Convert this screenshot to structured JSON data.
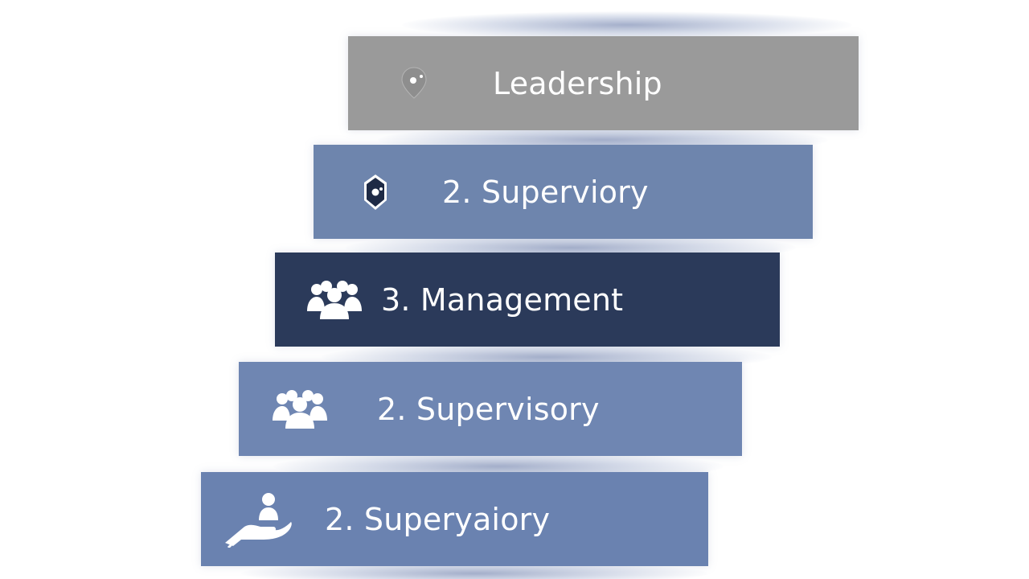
{
  "diagram": {
    "steps": [
      {
        "label": "Leadership",
        "icon": "location-pin-icon",
        "color": "#9a9a9a"
      },
      {
        "label": "2. Superviory",
        "icon": "shield-badge-icon",
        "color": "#6e85ad"
      },
      {
        "label": "3. Management",
        "icon": "people-group-icon",
        "color": "#2b3a5a"
      },
      {
        "label": "2. Supervisory",
        "icon": "people-group-icon",
        "color": "#6f86b2"
      },
      {
        "label": "2. Superyaiory",
        "icon": "hand-person-icon",
        "color": "#6a82b0"
      }
    ]
  }
}
